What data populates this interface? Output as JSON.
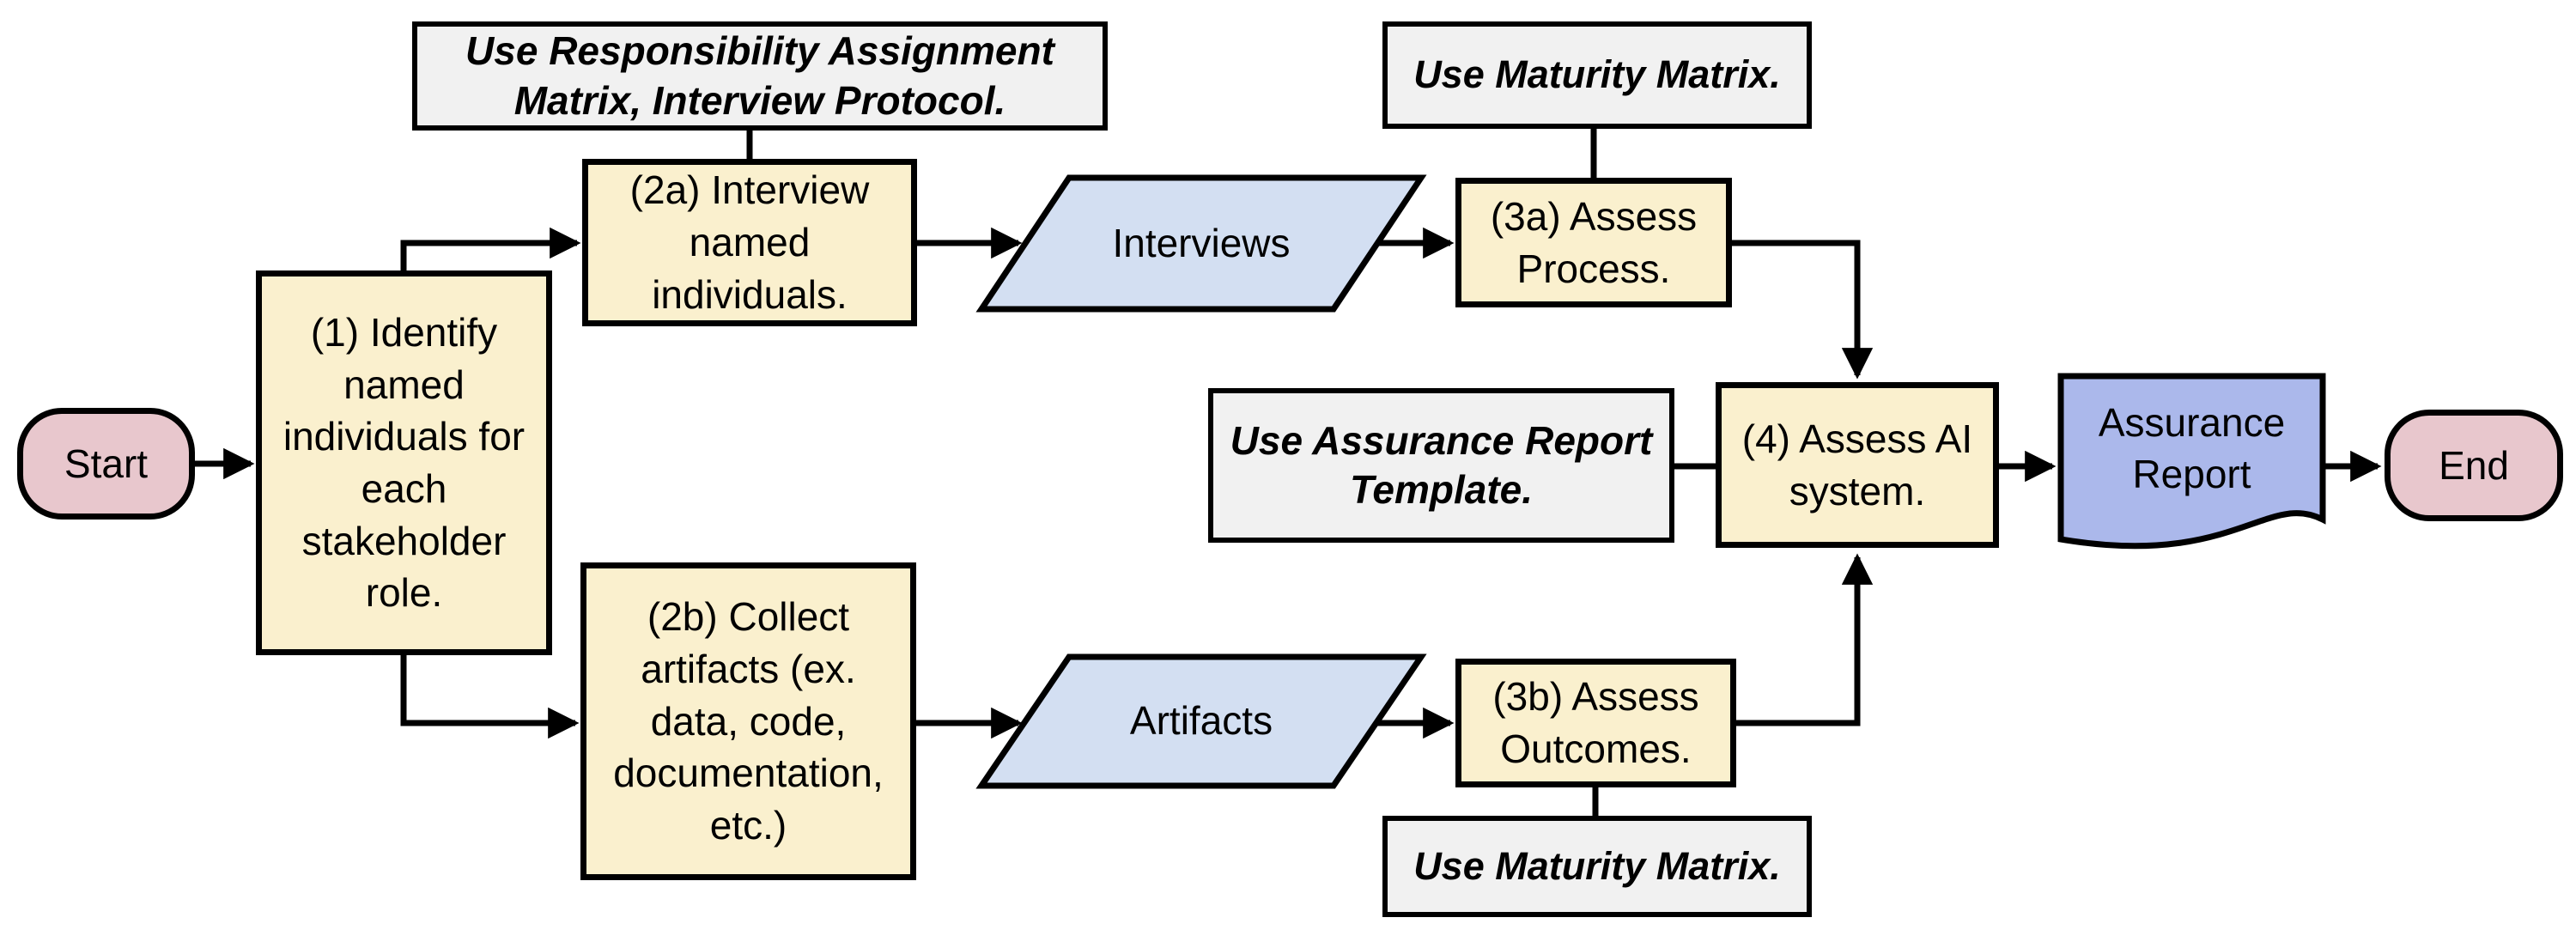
{
  "colors": {
    "process_fill": "#FAF0CE",
    "terminator_fill": "#E8C7CD",
    "data_fill": "#D3DFF2",
    "document_fill": "#ABB8EB",
    "note_fill": "#F1F1F1",
    "line": "#000000",
    "background": "#FFFFFF"
  },
  "nodes": {
    "start": "Start",
    "step1": "(1) Identify named individuals for each stakeholder role.",
    "step2a": "(2a) Interview named individuals.",
    "step2b": "(2b) Collect artifacts (ex. data, code, documentation, etc.)",
    "interviews": "Interviews",
    "artifacts": "Artifacts",
    "step3a": "(3a) Assess Process.",
    "step3b": "(3b) Assess Outcomes.",
    "step4": "(4) Assess AI system.",
    "report": "Assurance Report",
    "end": "End"
  },
  "notes": {
    "responsibility": "Use Responsibility Assignment Matrix, Interview Protocol.",
    "maturity_top": "Use Maturity Matrix.",
    "maturity_bottom": "Use Maturity Matrix.",
    "template": "Use Assurance Report Template."
  }
}
